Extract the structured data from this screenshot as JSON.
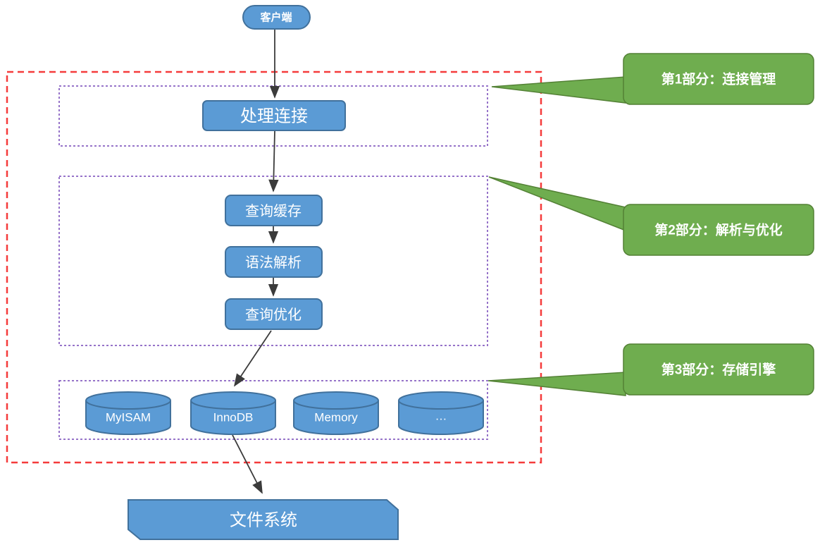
{
  "diagram": {
    "client_label": "客户端",
    "handle_connection_label": "处理连接",
    "query_cache_label": "查询缓存",
    "parser_label": "语法解析",
    "optimizer_label": "查询优化",
    "engines": [
      {
        "label": "MyISAM"
      },
      {
        "label": "InnoDB"
      },
      {
        "label": "Memory"
      },
      {
        "label": "…"
      }
    ],
    "file_system_label": "文件系统",
    "callouts": [
      {
        "label": "第1部分：连接管理"
      },
      {
        "label": "第2部分：解析与优化"
      },
      {
        "label": "第3部分：存储引擎"
      }
    ],
    "colors": {
      "node_fill": "#5B9BD5",
      "node_border": "#41719C",
      "callout_fill": "#6FAD4F",
      "callout_border": "#538135",
      "section_border": "#9673C9",
      "outer_border": "#F53B3B",
      "arrow": "#3B3B3B",
      "text": "#FFFFFF"
    }
  }
}
